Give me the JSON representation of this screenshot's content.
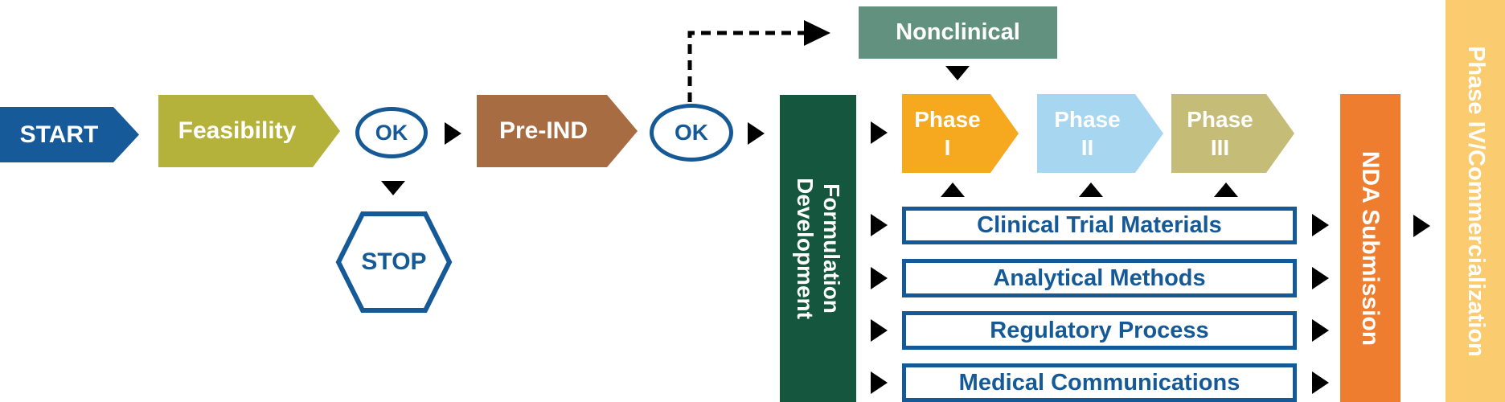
{
  "palette": {
    "blue": "#155A96",
    "olive": "#B5B23B",
    "brown": "#A76C42",
    "sage_green": "#62927F",
    "dark_green": "#15573E",
    "amber": "#F6A81F",
    "light_blue": "#A7D6F0",
    "khaki": "#C5BC78",
    "orange": "#EE7D30",
    "pale_orange": "#FBCB70",
    "connector_black": "#000000"
  },
  "flow": {
    "start": "START",
    "feasibility": "Feasibility",
    "ok_gate_1": "OK",
    "stop": "STOP",
    "pre_ind": "Pre-IND",
    "ok_gate_2": "OK",
    "nonclinical": "Nonclinical",
    "formulation": {
      "line1": "Formulation",
      "line2": "Development"
    },
    "phase_1": {
      "line1": "Phase",
      "line2": "I"
    },
    "phase_2": {
      "line1": "Phase",
      "line2": "II"
    },
    "phase_3": {
      "line1": "Phase",
      "line2": "III"
    },
    "workstreams": {
      "clinical_trial_materials": "Clinical Trial Materials",
      "analytical_methods": "Analytical Methods",
      "regulatory_process": "Regulatory Process",
      "medical_communications": "Medical Communications"
    },
    "nda_submission": "NDA Submission",
    "phase_4": "Phase IV/Commercialization"
  }
}
